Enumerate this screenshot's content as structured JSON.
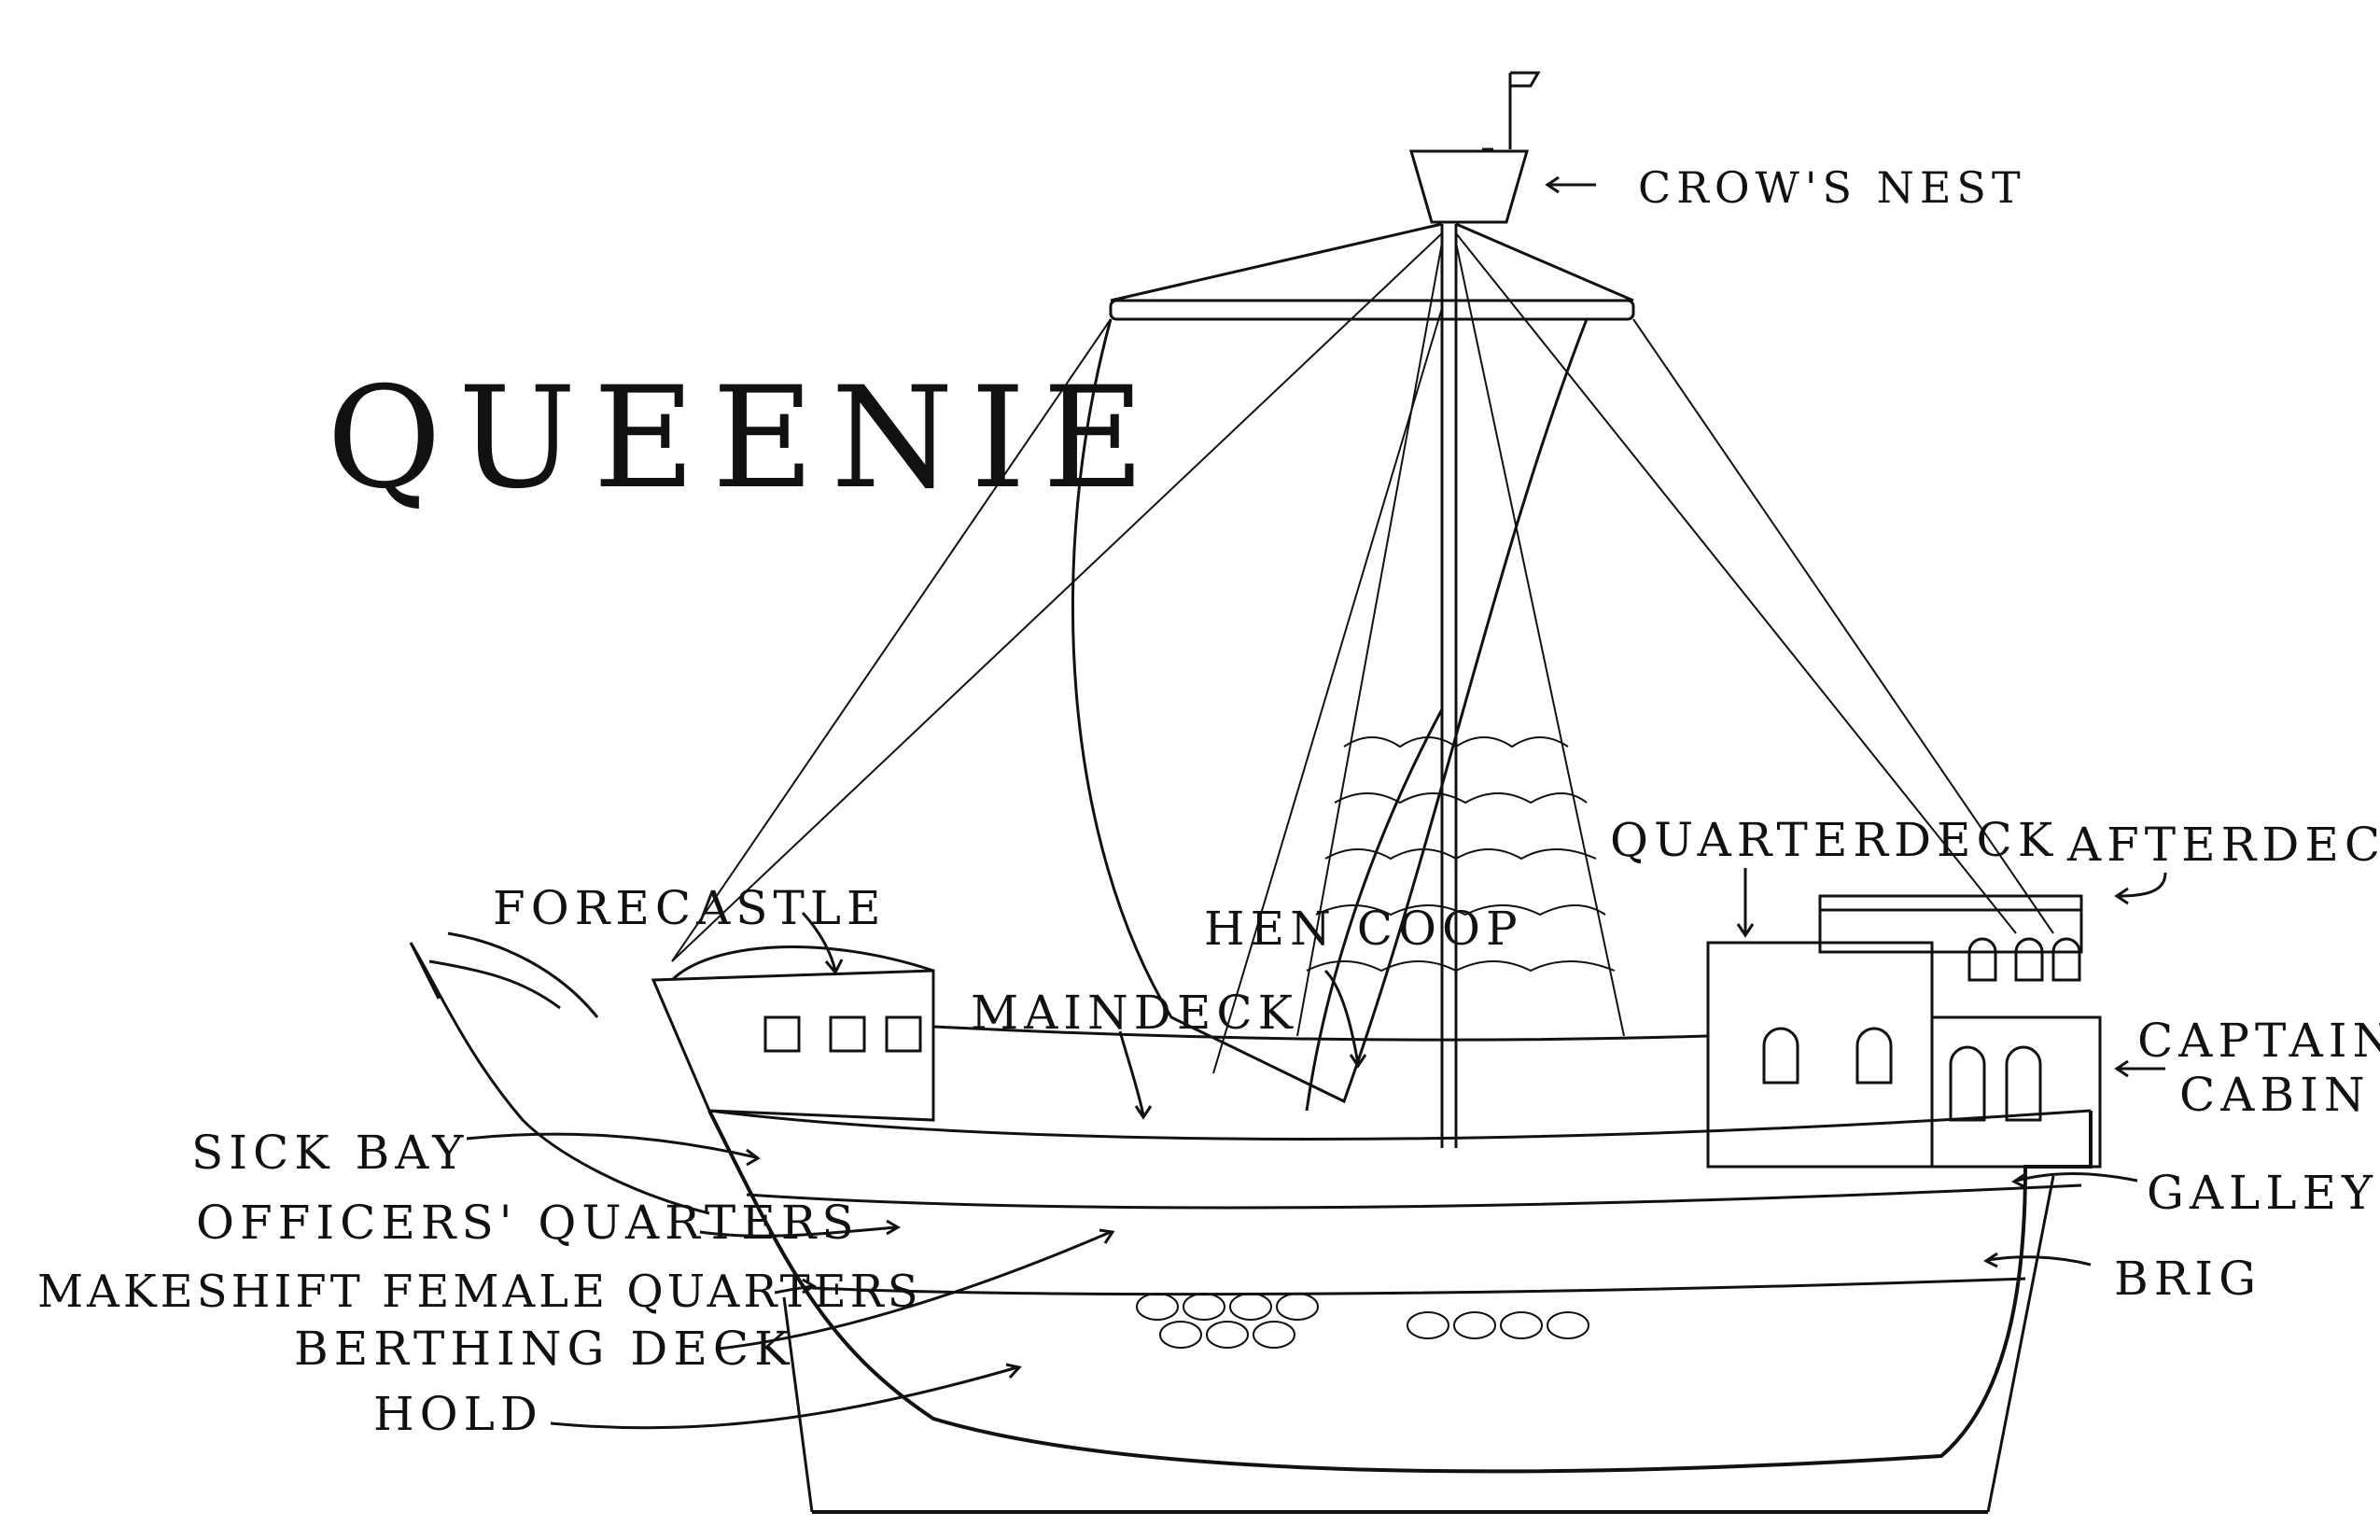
{
  "title": "QUEENIE",
  "labels": {
    "crows_nest": "CROW'S NEST",
    "quarterdeck": "QUARTERDECK",
    "afterdeck": "AFTERDECK",
    "forecastle": "FORECASTLE",
    "hen_coop": "HEN COOP",
    "maindeck": "MAINDECK",
    "captains_cabin_1": "CAPTAIN'S",
    "captains_cabin_2": "CABIN",
    "galley": "GALLEY",
    "brig": "BRIG",
    "sick_bay": "SICK BAY",
    "officers_quarters": "OFFICERS' QUARTERS",
    "makeshift_female_quarters": "MAKESHIFT FEMALE QUARTERS",
    "berthing_deck": "BERTHING DECK",
    "hold": "HOLD"
  }
}
